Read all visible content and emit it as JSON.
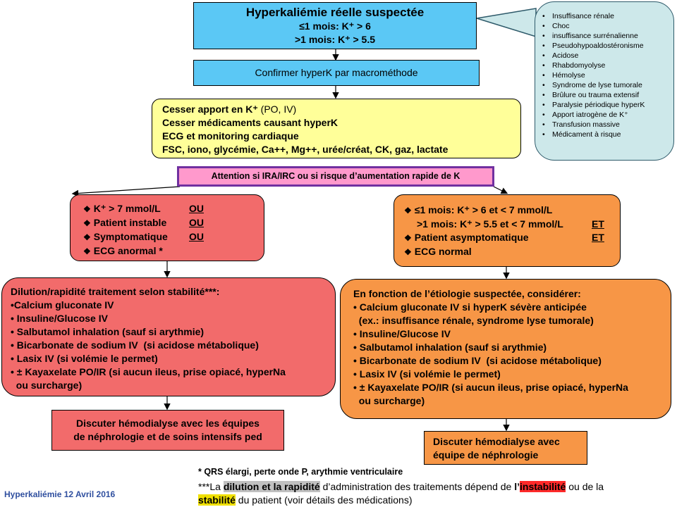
{
  "top_box": {
    "title": "Hyperkaliémie réelle suspectée",
    "line1": "≤1 mois: K⁺ > 6",
    "line2": ">1 mois: K⁺ > 5.5"
  },
  "callout": {
    "items": [
      "Insuffisance rénale",
      "Choc",
      "insuffisance surrénalienne",
      "Pseudohypoaldostéronisme",
      "Acidose",
      "Rhabdomyolyse",
      "Hémolyse",
      "Syndrome de lyse tumorale",
      "Brûlure ou trauma extensif",
      "Paralysie périodique hyperK",
      "Apport iatrogène de K⁺",
      "Transfusion massive",
      "Médicament à risque"
    ]
  },
  "confirm_box": {
    "text": "Confirmer hyperK par macrométhode"
  },
  "yellow_box": {
    "line1_bold": "Cesser apport en K⁺",
    "line1_rest": " (PO, IV)",
    "line2": "Cesser médicaments causant hyperK",
    "line3": "ECG et monitoring cardiaque",
    "line4": "FSC, iono, glycémie, Ca++, Mg++, urée/créat, CK, gaz, lactate"
  },
  "attention_box": {
    "text": "Attention si IRA/IRC ou si risque d’aumentation rapide de K"
  },
  "left_criteria": {
    "items": [
      {
        "text": "K⁺ > 7 mmol/L",
        "conj": "OU"
      },
      {
        "text": "Patient instable",
        "conj": "OU"
      },
      {
        "text": "Symptomatique",
        "conj": "OU"
      },
      {
        "text": "ECG  anormal *",
        "conj": ""
      }
    ]
  },
  "right_criteria": {
    "line1": "≤1 mois: K⁺ > 6 et < 7 mmol/L",
    "line2": ">1 mois: K⁺ > 5.5 et < 7 mmol/L",
    "line2_conj": "ET",
    "line3": "Patient asymptomatique",
    "line3_conj": "ET",
    "line4": "ECG normal"
  },
  "left_treatment": {
    "heading": "Dilution/rapidité  traitement selon stabilité***:",
    "items": [
      "•Calcium gluconate IV",
      "• Insuline/Glucose IV",
      "• Salbutamol inhalation (sauf si arythmie)",
      "• Bicarbonate de sodium IV  (si acidose métabolique)",
      "• Lasix IV (si volémie le permet)",
      "• ± Kayaxelate PO/IR (si aucun ileus, prise opiacé, hyperNa",
      "  ou surcharge)"
    ]
  },
  "right_treatment": {
    "heading": "En fonction de l’étiologie suspectée, considérer:",
    "items": [
      "• Calcium gluconate IV si hyperK sévère anticipée",
      "  (ex.: insuffisance rénale, syndrome lyse tumorale)",
      "• Insuline/Glucose IV",
      "• Salbutamol inhalation (sauf si arythmie)",
      "• Bicarbonate de sodium IV  (si acidose métabolique)",
      "• Lasix IV (si volémie le permet)",
      "• ± Kayaxelate PO/IR (si aucun ileus, prise opiacé, hyperNa",
      "  ou surcharge)"
    ]
  },
  "left_dialysis": {
    "line1": "Discuter hémodialyse avec les équipes",
    "line2": "de néphrologie et de soins intensifs ped"
  },
  "right_dialysis": {
    "line1": "Discuter hémodialyse avec",
    "line2": "équipe de néphrologie"
  },
  "footnotes": {
    "note1": "* QRS élargi, perte onde P, arythmie ventriculaire",
    "note2_a": "***La ",
    "note2_b": "dilution et la rapidité",
    "note2_c": " d’administration des traitements  dépend de ",
    "note2_d": "l’",
    "note2_e": "instabilité",
    "note2_f": "  ou de la",
    "note2_g": "stabilité",
    "note2_h": " du patient (voir détails des médications)"
  },
  "date_label": "Hyperkaliémie 12 Avril 2016",
  "colors": {
    "blue": "#5bc8f5",
    "yellow": "#ffff99",
    "pink": "#ff66cc",
    "purple": "#7030a0",
    "red": "#f26b6b",
    "orange": "#f79646",
    "callout": "#cde8ea",
    "date_blue": "#2f4f9f"
  }
}
